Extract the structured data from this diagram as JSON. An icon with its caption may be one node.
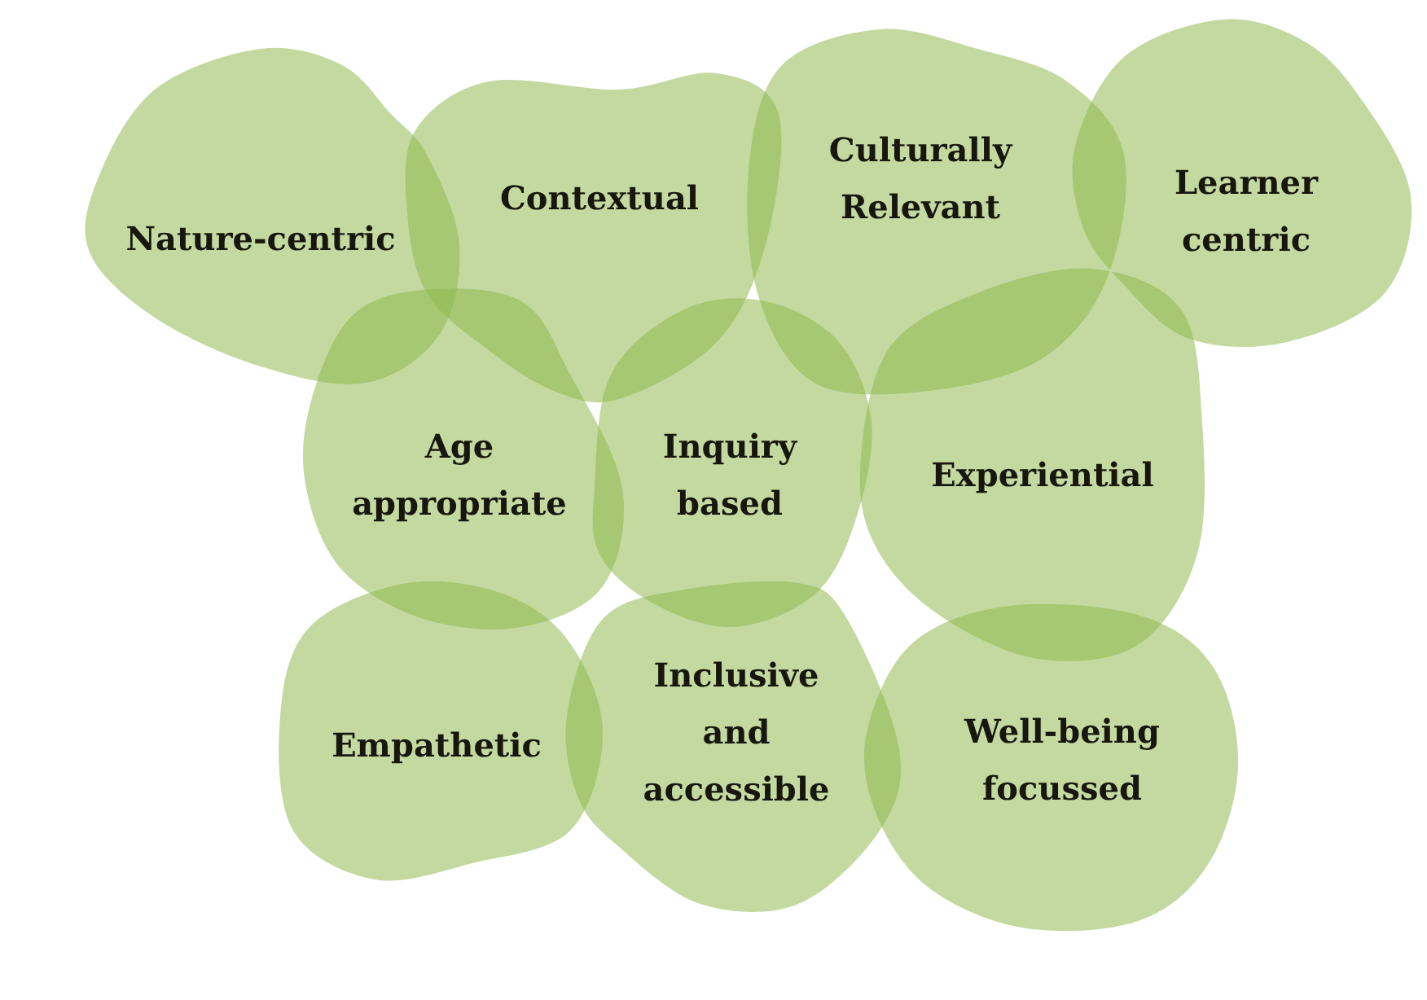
{
  "diagram": {
    "nodes": [
      {
        "text": [
          "Nature-centric"
        ]
      },
      {
        "text": [
          "Contextual"
        ]
      },
      {
        "text": [
          "Culturally Relevant"
        ]
      },
      {
        "text": [
          "Learner centric"
        ]
      },
      {
        "text": [
          "Age appropriate"
        ]
      },
      {
        "text": [
          "Inquiry based"
        ]
      },
      {
        "text": [
          "Experiential"
        ]
      },
      {
        "text": [
          "Empathetic"
        ]
      },
      {
        "text": [
          "Inclusive and accessible"
        ]
      },
      {
        "text": [
          "Well-being focussed"
        ]
      }
    ]
  }
}
